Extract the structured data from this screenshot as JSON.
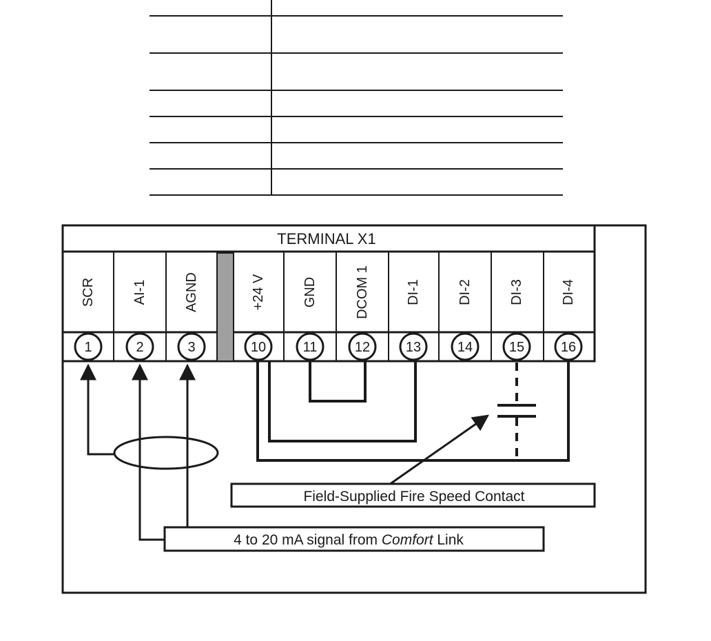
{
  "terminal_block": {
    "title": "TERMINAL X1",
    "terminals": [
      {
        "label": "SCR",
        "number": "1"
      },
      {
        "label": "AI-1",
        "number": "2"
      },
      {
        "label": "AGND",
        "number": "3"
      },
      {
        "label": "+24 V",
        "number": "10"
      },
      {
        "label": "GND",
        "number": "11"
      },
      {
        "label": "DCOM 1",
        "number": "12"
      },
      {
        "label": "DI-1",
        "number": "13"
      },
      {
        "label": "DI-2",
        "number": "14"
      },
      {
        "label": "DI-3",
        "number": "15"
      },
      {
        "label": "DI-4",
        "number": "16"
      }
    ]
  },
  "callouts": {
    "fire_speed": "Field-Supplied Fire Speed Contact",
    "signal_prefix": "4 to 20 mA signal from ",
    "signal_italic": "Comfort",
    "signal_suffix": " Link"
  },
  "colors": {
    "ink": "#1a1a1a",
    "separator": "#a0a0a0"
  }
}
